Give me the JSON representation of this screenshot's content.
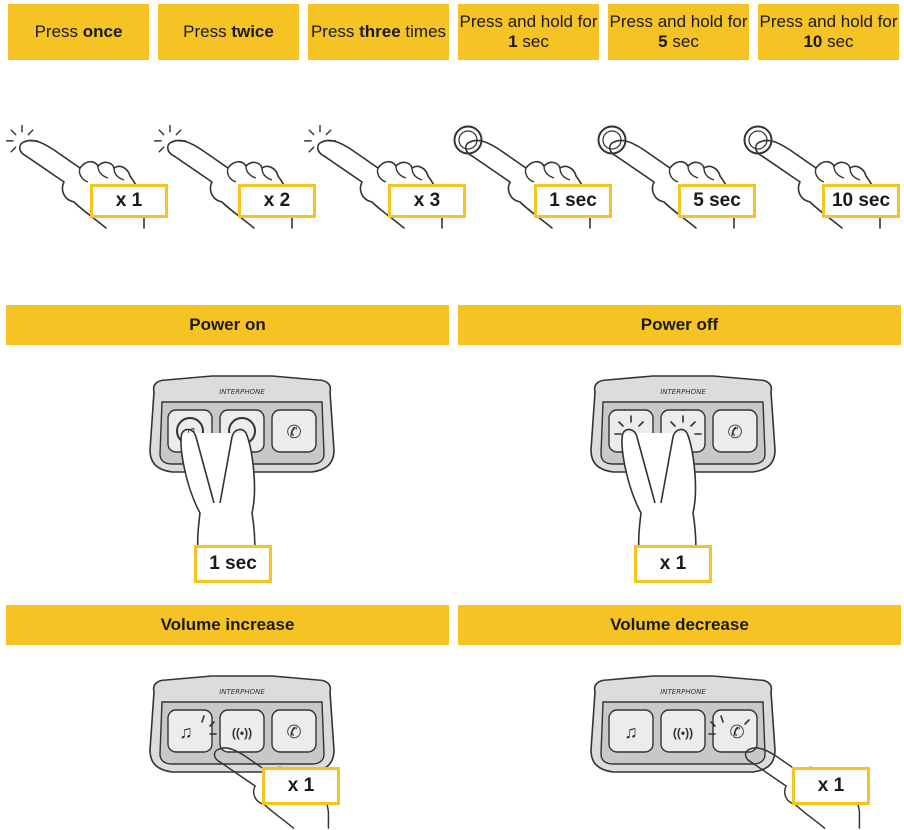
{
  "legend": [
    {
      "pre": "Press ",
      "bold": "once",
      "post": ""
    },
    {
      "pre": "Press ",
      "bold": "twice",
      "post": ""
    },
    {
      "pre": "Press ",
      "bold": "three",
      "post": " times"
    },
    {
      "pre": "Press and hold for ",
      "bold": "1",
      "post": " sec"
    },
    {
      "pre": "Press and hold for ",
      "bold": "5",
      "post": " sec"
    },
    {
      "pre": "Press and hold for ",
      "bold": "10",
      "post": " sec"
    }
  ],
  "hand_counts": [
    "x 1",
    "x 2",
    "x 3",
    "1 sec",
    "5 sec",
    "10 sec"
  ],
  "sections": {
    "power_on": {
      "title": "Power on",
      "count": "1 sec"
    },
    "power_off": {
      "title": "Power off",
      "count": "x 1"
    },
    "volume_increase": {
      "title": "Volume increase",
      "count": "x 1"
    },
    "volume_decrease": {
      "title": "Volume decrease",
      "count": "x 1"
    }
  },
  "device_brand": "INTERPHONE",
  "colors": {
    "accent": "#F6C324",
    "device_body": "#dcdcdc",
    "line": "#333333"
  },
  "icons": {
    "tap": "tap-burst-icon",
    "hold": "hold-ring-icon",
    "music": "music-note-icon",
    "intercom": "intercom-icon",
    "phone": "phone-icon"
  }
}
